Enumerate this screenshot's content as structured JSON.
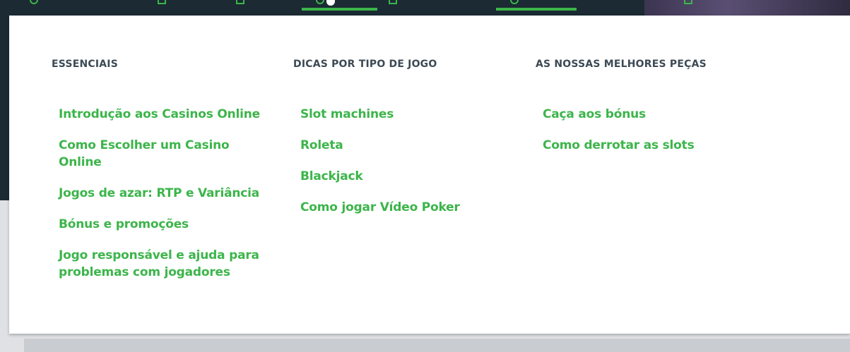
{
  "menu": {
    "columns": [
      {
        "heading": "ESSENCIAIS",
        "links": [
          "Introdução aos Casinos Online",
          "Como Escolher um Casino Online",
          "Jogos de azar: RTP e Variância",
          "Bónus e promoções",
          "Jogo responsável e ajuda para problemas com jogadores"
        ]
      },
      {
        "heading": "DICAS POR TIPO DE JOGO",
        "links": [
          "Slot machines",
          "Roleta",
          "Blackjack",
          "Como jogar Vídeo Poker"
        ]
      },
      {
        "heading": "AS NOSSAS MELHORES PEÇAS",
        "links": [
          "Caça aos bónus",
          "Como derrotar as slots"
        ]
      }
    ]
  },
  "colors": {
    "accent_green": "#3cb54a",
    "heading": "#3c4a55",
    "nav_background": "#1b2a33",
    "panel_background": "#ffffff"
  }
}
